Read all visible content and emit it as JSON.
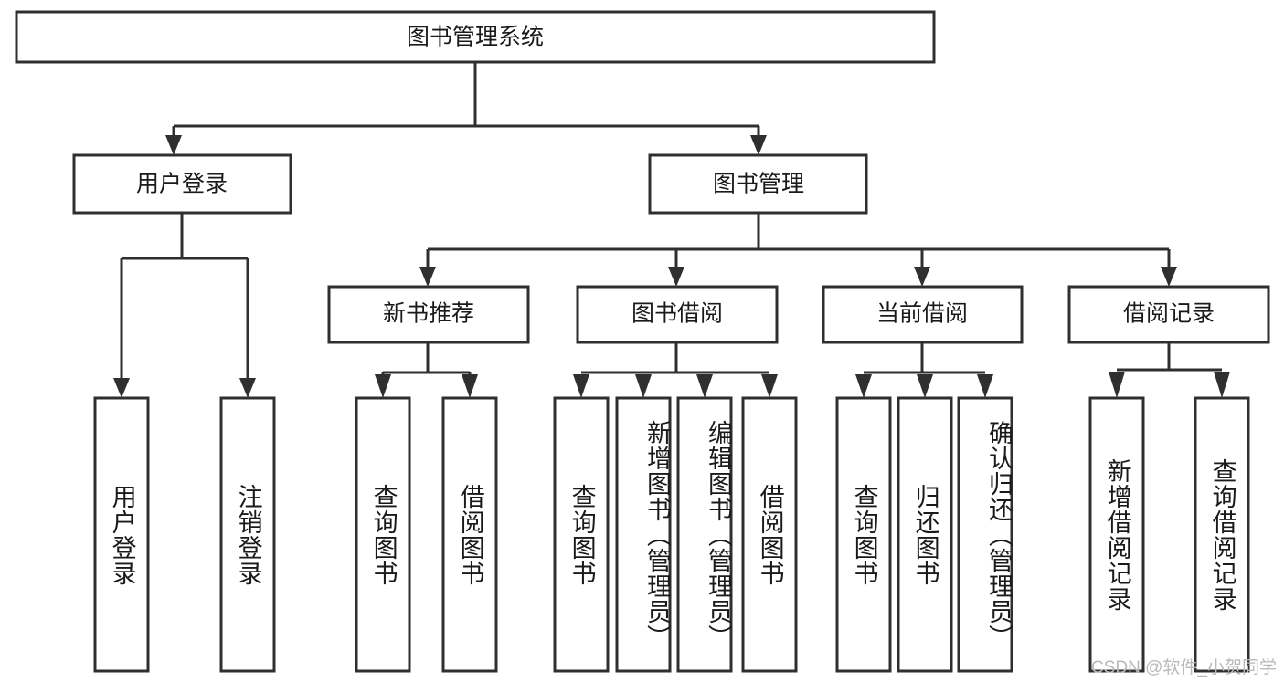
{
  "diagram": {
    "title": "图书管理系统",
    "type": "tree-hierarchy",
    "watermark": "CSDN @软件_小贺同学",
    "colors": {
      "stroke": "#2f2f2f",
      "fill": "#ffffff",
      "text": "#1a1a1a",
      "watermark": "#b9b9b9"
    },
    "levels": {
      "root": {
        "label": "图书管理系统"
      },
      "level2": [
        {
          "label": "用户登录"
        },
        {
          "label": "图书管理"
        }
      ],
      "level3": [
        {
          "label": "新书推荐"
        },
        {
          "label": "图书借阅"
        },
        {
          "label": "当前借阅"
        },
        {
          "label": "借阅记录"
        }
      ],
      "leaves": {
        "user_login": [
          {
            "label": "用户登录"
          },
          {
            "label": "注销登录"
          }
        ],
        "new_book_recommend": [
          {
            "label": "查询图书"
          },
          {
            "label": "借阅图书"
          }
        ],
        "book_borrow": [
          {
            "label": "查询图书"
          },
          {
            "label": "新增图书（管理员）"
          },
          {
            "label": "编辑图书（管理员）"
          },
          {
            "label": "借阅图书"
          }
        ],
        "current_borrow": [
          {
            "label": "查询图书"
          },
          {
            "label": "归还图书"
          },
          {
            "label": "确认归还（管理员）"
          }
        ],
        "borrow_record": [
          {
            "label": "新增借阅记录"
          },
          {
            "label": "查询借阅记录"
          }
        ]
      }
    }
  }
}
